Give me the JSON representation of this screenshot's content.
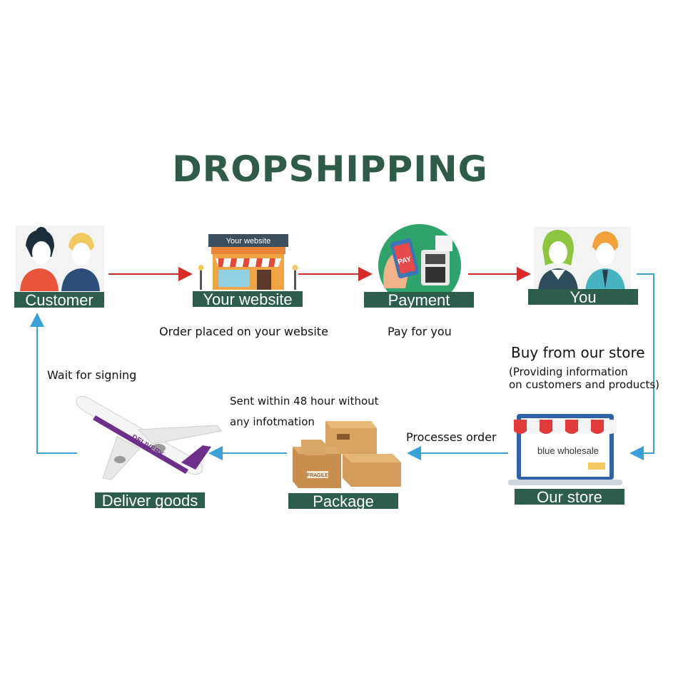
{
  "title": "DROPSHIPPING",
  "nodes": {
    "customer": "Customer",
    "website": "Your website",
    "website_sign": "Your website",
    "payment": "Payment",
    "pay_screen": "PAY",
    "you": "You",
    "our_store": "Our store",
    "store_screen": "blue wholesale",
    "package": "Package",
    "fragile": "FRAGILE",
    "deliver": "Deliver goods",
    "plane_text": "DELIVERY"
  },
  "notes": {
    "order_placed": "Order placed on your website",
    "pay_for_you": "Pay for you",
    "buy_from_store": "Buy from our store",
    "providing_1": "(Providing information",
    "providing_2": "on customers and products)",
    "processes_order": "Processes order",
    "sent_1": "Sent within 48 hour without",
    "sent_2": "any infotmation",
    "wait_signing": "Wait for signing"
  },
  "colors": {
    "title": "#2f5b49",
    "label_bg": "#2c5e4b",
    "red_arrow": "#d82a2a",
    "blue_arrow": "#3aa0d8"
  }
}
